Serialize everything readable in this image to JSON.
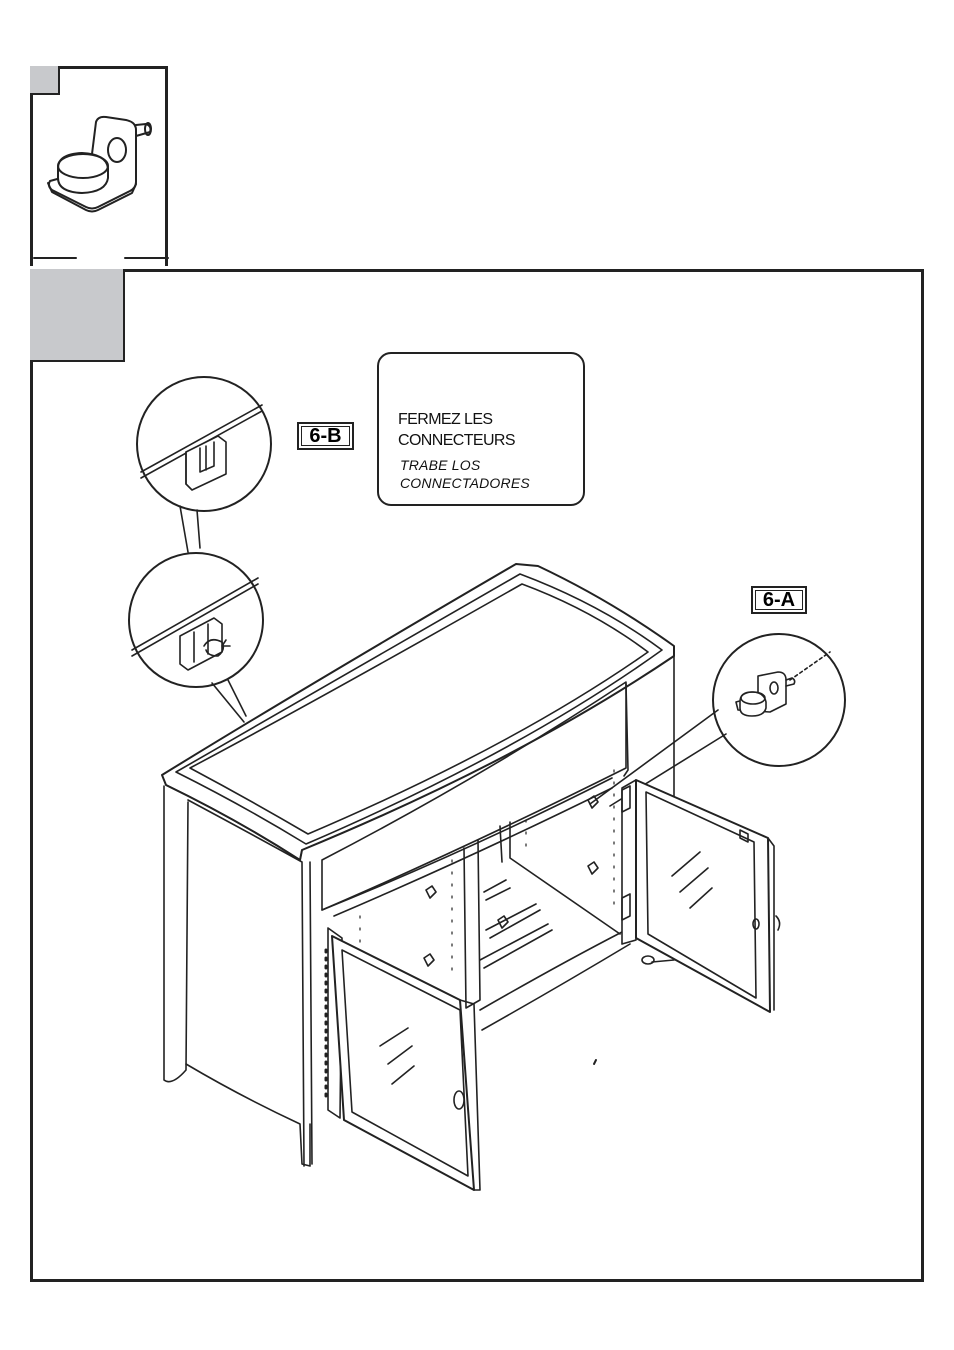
{
  "note": {
    "fr_line1": "FERMEZ LES",
    "fr_line2": "CONNECTEURS",
    "es_line1": "TRABE LOS",
    "es_line2": "CONNECTADORES"
  },
  "labels": {
    "callout_b": "6-B",
    "callout_a": "6-A"
  },
  "colors": {
    "panel_gray": "#c8c9cc",
    "line": "#222222"
  },
  "icons": {
    "hardware": "shelf-support-pin-icon",
    "detail_b_top": "connector-closed-icon",
    "detail_b_bottom": "connector-rotate-icon",
    "cabinet": "tv-cabinet-illustration"
  }
}
